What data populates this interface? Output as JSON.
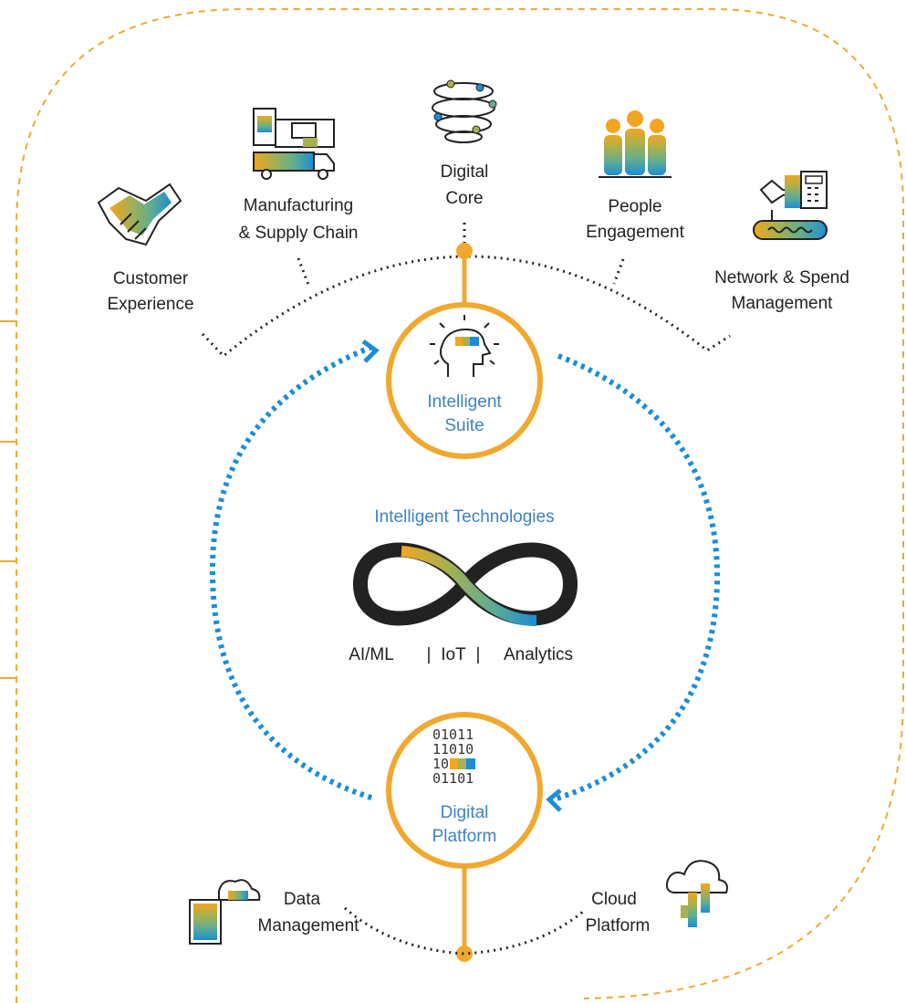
{
  "diagram": {
    "solutions": [
      {
        "id": "customer",
        "lines": [
          "Customer",
          "Experience"
        ],
        "icon": "handshake-icon"
      },
      {
        "id": "manufacturing",
        "lines": [
          "Manufacturing",
          "& Supply Chain"
        ],
        "icon": "factory-truck-icon"
      },
      {
        "id": "core",
        "lines": [
          "Digital",
          "Core"
        ],
        "icon": "globe-network-icon"
      },
      {
        "id": "people",
        "lines": [
          "People",
          "Engagement"
        ],
        "icon": "people-group-icon"
      },
      {
        "id": "network",
        "lines": [
          "Network & Spend",
          "Management"
        ],
        "icon": "plane-calculator-icon"
      }
    ],
    "suite": {
      "lines": [
        "Intelligent",
        "Suite"
      ],
      "icon": "head-lightbulb-icon"
    },
    "technologies": {
      "title": "Intelligent Technologies",
      "items": [
        "AI/ML",
        "IoT",
        "Analytics"
      ],
      "icon": "infinity-icon"
    },
    "platform": {
      "lines": [
        "Digital",
        "Platform"
      ],
      "binary": [
        "01011",
        "11010",
        "10",
        "01101"
      ],
      "icon": "binary-data-icon"
    },
    "bottom": [
      {
        "id": "data",
        "lines": [
          "Data",
          "Management"
        ],
        "icon": "data-document-icon"
      },
      {
        "id": "cloud",
        "lines": [
          "Cloud",
          "Platform"
        ],
        "icon": "cloud-bars-icon"
      }
    ]
  },
  "colors": {
    "gold": "#f0a92e",
    "blue": "#1c8dd6",
    "text_blue": "#3d82c4",
    "dark": "#222222",
    "olive": "#a9b04f",
    "teal": "#62ad8f",
    "orange": "#f2a51f"
  }
}
